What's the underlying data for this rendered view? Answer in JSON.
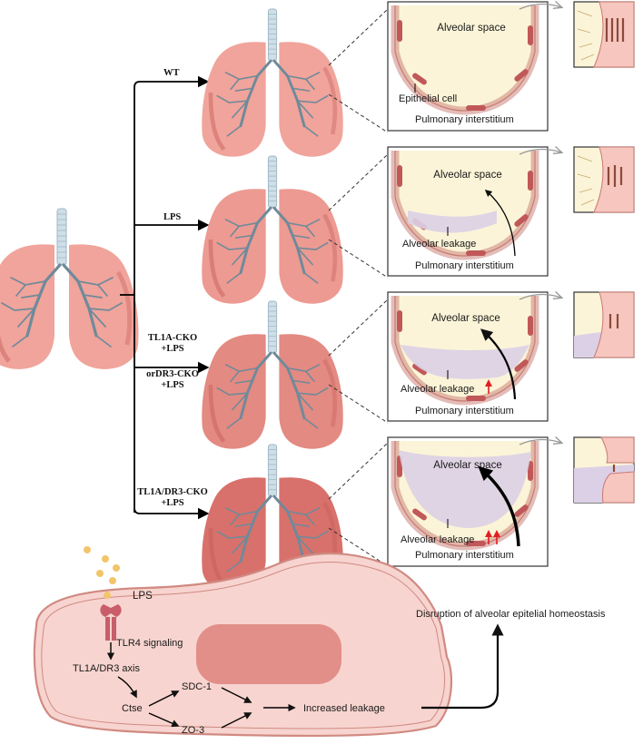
{
  "conditions": [
    {
      "line1": "WT",
      "line2": "",
      "line3": "",
      "line4": "",
      "alveolar_top": "Alveolar space",
      "label_a": "Epithelial cell",
      "label_b": "Pulmonary interstitium",
      "arrows": 0
    },
    {
      "line1": "LPS",
      "line2": "",
      "line3": "",
      "line4": "",
      "alveolar_top": "Alveolar space",
      "label_a": "Alveolar leakage",
      "label_b": "Pulmonary interstitium",
      "arrows": 0
    },
    {
      "line1": "TL1A-CKO",
      "line2": "+LPS",
      "line3": "orDR3-CKO",
      "line4": "+LPS",
      "alveolar_top": "Alveolar space",
      "label_a": "Alveolar leakage",
      "label_b": "Pulmonary interstitium",
      "arrows": 1
    },
    {
      "line1": "TL1A/DR3-CKO",
      "line2": "+LPS",
      "line3": "",
      "line4": "",
      "alveolar_top": "Alveolar space",
      "label_a": "Alveolar leakage",
      "label_b": "Pulmonary interstitium",
      "arrows": 2
    }
  ],
  "pathway": {
    "stimulus": "LPS",
    "receptor_signal": "TLR4 signaling",
    "axis": "TL1A/DR3 axis",
    "enzyme": "Ctse",
    "target_1": "SDC-1",
    "target_2": "ZO-3",
    "outcome": "Increased leakage",
    "conclusion": "Disruption of alveolar epitelial homeostasis"
  },
  "colors": {
    "lung_normal": "#f0a49b",
    "lung_mid": "#e88d84",
    "lung_dark": "#d8716b",
    "bronchi": "#6f8a9a",
    "trachea": "#cfdfe8",
    "alveolar_space": "#fbf4d8",
    "leak": "#dcd0e6",
    "cell_border": "#c87a72",
    "cell_fill": "#f6c6bf",
    "nucleus": "#c0585a",
    "junction": "#8b4a3a",
    "red_arrow": "#e02020",
    "lps_dot": "#f2c56b",
    "receptor": "#c95d6a",
    "cell_body": "#f7d4cf"
  }
}
